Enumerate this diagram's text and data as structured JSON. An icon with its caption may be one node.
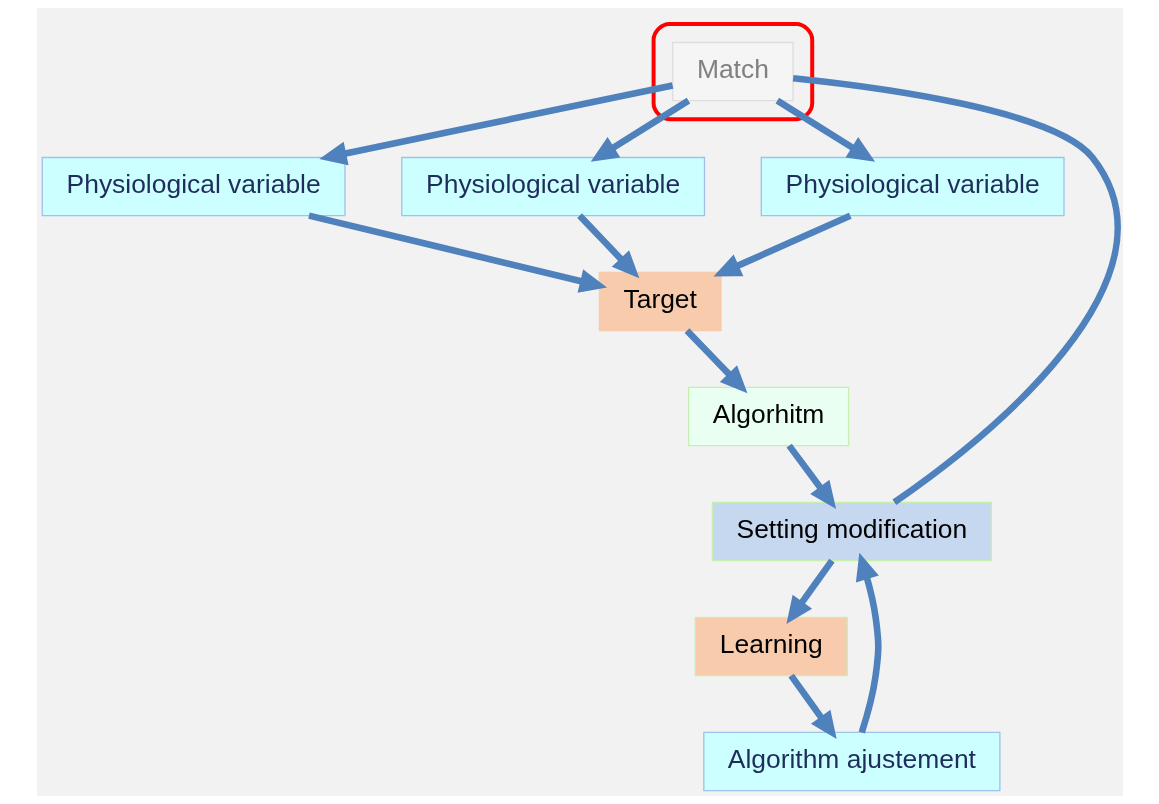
{
  "diagram": {
    "nodes": [
      {
        "text": [
          "Target"
        ]
      },
      {
        "text": [
          "Physiological variable"
        ]
      },
      {
        "text": [
          "Physiological variable"
        ]
      },
      {
        "text": [
          "Physiological variable"
        ]
      },
      {
        "text": [
          "Algorhitm"
        ]
      },
      {
        "text": [],
        "shape": "box"
      },
      {
        "text": [
          "Match"
        ],
        "in": 5
      },
      {
        "text": [
          "Setting modification"
        ]
      },
      {
        "text": [
          "Learning"
        ]
      },
      {
        "text": [
          "Algorithm ajustement"
        ]
      }
    ],
    "edges": [
      {
        "from": 1,
        "to": 0,
        "arrow": "to"
      },
      {
        "from": 2,
        "to": 0,
        "arrow": "to"
      },
      {
        "from": 3,
        "to": 0,
        "arrow": "to"
      },
      {
        "from": 6,
        "to": 1,
        "arrow": "to"
      },
      {
        "from": 6,
        "to": 2,
        "arrow": "to"
      },
      {
        "from": 6,
        "to": 3,
        "arrow": "to"
      },
      {
        "from": 0,
        "to": 4,
        "arrow": "to"
      },
      {
        "from": 4,
        "to": 7,
        "arrow": "to"
      },
      {
        "from": 7,
        "to": 6,
        "arrow": "none"
      },
      {
        "from": 7,
        "to": 8,
        "arrow": "to"
      },
      {
        "from": 8,
        "to": 9,
        "arrow": "to"
      },
      {
        "from": 9,
        "to": 7,
        "arrow": "to"
      }
    ]
  }
}
